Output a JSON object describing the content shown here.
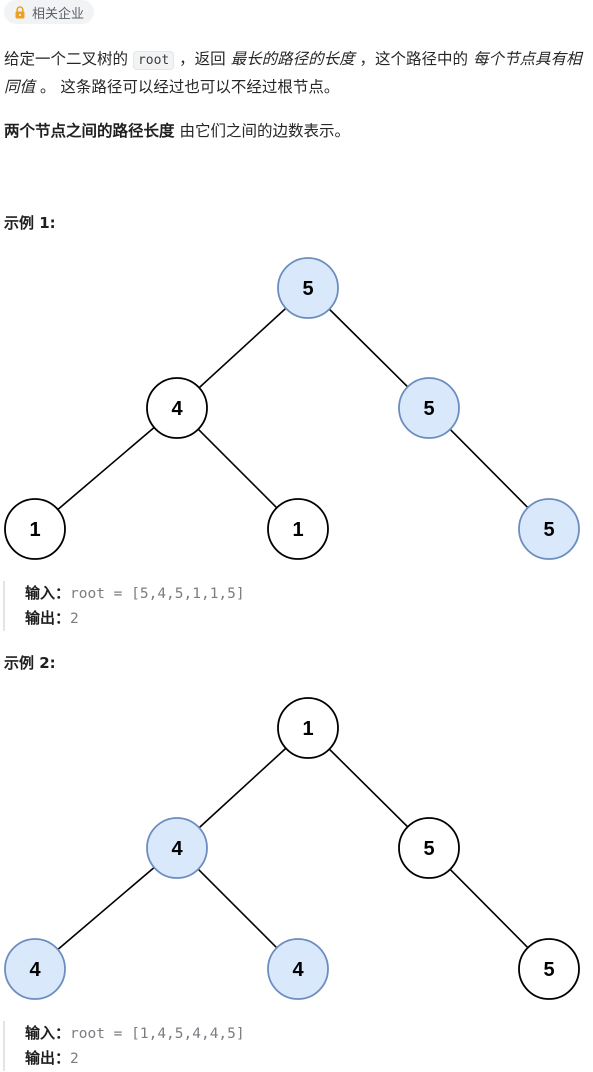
{
  "tag": {
    "label": "相关企业"
  },
  "description": {
    "p1_before": "给定一个二叉树的 ",
    "p1_code": "root",
    "p1_mid": " ，返回 ",
    "p1_em1": "最长的路径的长度",
    "p1_mid2": " ，这个路径中的 ",
    "p1_em2": "每个节点具有相同值",
    "p1_after": " 。 这条路径可以经过也可以不经过根节点。",
    "p2_bold": "两个节点之间的路径长度",
    "p2_after": " 由它们之间的边数表示。"
  },
  "colors": {
    "highlight_fill": "#dae8fc",
    "highlight_stroke": "#6c8ebf",
    "plain_fill": "#ffffff",
    "plain_stroke": "#000000"
  },
  "examples": [
    {
      "title": "示例 1:",
      "input_label": "输入：",
      "input_value": "root = [5,4,5,1,1,5]",
      "output_label": "输出：",
      "output_value": "2",
      "nodes": [
        {
          "value": "5",
          "highlight": true
        },
        {
          "value": "4",
          "highlight": false
        },
        {
          "value": "5",
          "highlight": true
        },
        {
          "value": "1",
          "highlight": false
        },
        {
          "value": "1",
          "highlight": false
        },
        {
          "value": "5",
          "highlight": true
        }
      ]
    },
    {
      "title": "示例 2:",
      "input_label": "输入：",
      "input_value": "root = [1,4,5,4,4,5]",
      "output_label": "输出：",
      "output_value": "2",
      "nodes": [
        {
          "value": "1",
          "highlight": false
        },
        {
          "value": "4",
          "highlight": true
        },
        {
          "value": "5",
          "highlight": false
        },
        {
          "value": "4",
          "highlight": true
        },
        {
          "value": "4",
          "highlight": true
        },
        {
          "value": "5",
          "highlight": false
        }
      ]
    }
  ]
}
